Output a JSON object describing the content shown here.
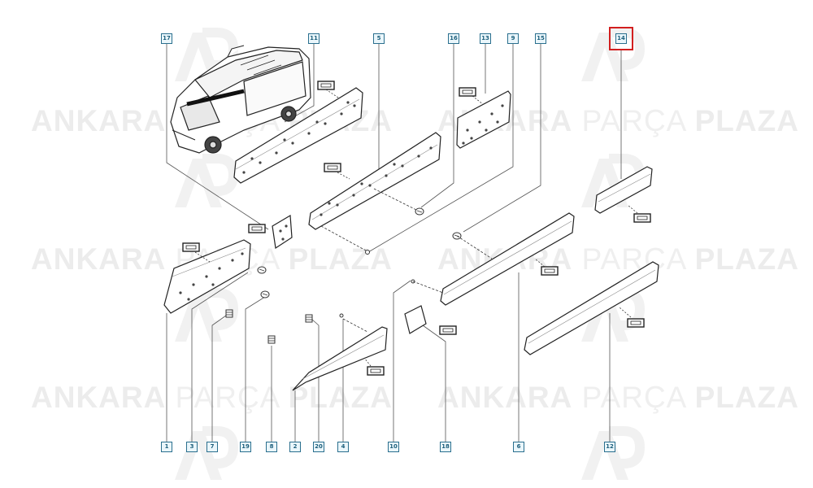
{
  "diagram": {
    "callouts": [
      "17",
      "11",
      "5",
      "16",
      "13",
      "9",
      "15",
      "14",
      "1",
      "3",
      "7",
      "19",
      "8",
      "2",
      "20",
      "4",
      "10",
      "18",
      "6",
      "12"
    ],
    "highlighted_callout": "14",
    "watermark": {
      "word1": "ANKARA",
      "word2": "PARÇA",
      "word3": "PLAZA"
    },
    "colors": {
      "callout_border": "#2a6f8e",
      "highlight": "#d21f1f",
      "watermark": "#ececec"
    }
  }
}
